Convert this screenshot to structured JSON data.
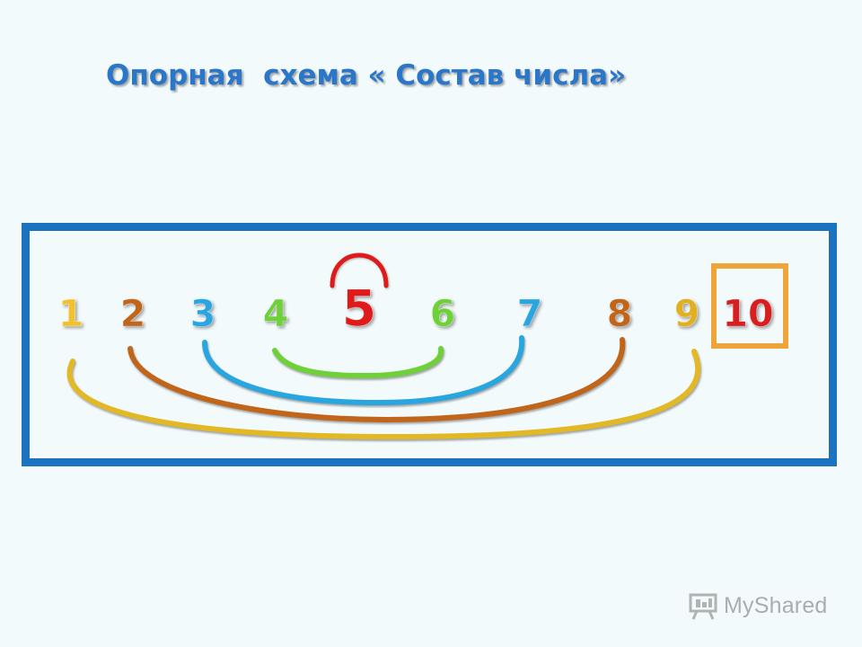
{
  "title": "Опорная  схема « Состав числа»",
  "numbers": [
    {
      "label": "1",
      "color": "#f2c12e"
    },
    {
      "label": "2",
      "color": "#c0651a"
    },
    {
      "label": "3",
      "color": "#29a6e0"
    },
    {
      "label": "4",
      "color": "#6fd13a"
    },
    {
      "label": "5",
      "color": "#e01a1a"
    },
    {
      "label": "6",
      "color": "#6fd13a"
    },
    {
      "label": "7",
      "color": "#29a6e0"
    },
    {
      "label": "8",
      "color": "#c0651a"
    },
    {
      "label": "9",
      "color": "#e0b020"
    },
    {
      "label": "10",
      "color": "#d81e1e"
    }
  ],
  "arcs": [
    {
      "from": "4",
      "to": "6",
      "color": "#6fd13a"
    },
    {
      "from": "3",
      "to": "7",
      "color": "#29a6e0"
    },
    {
      "from": "2",
      "to": "8",
      "color": "#c0651a"
    },
    {
      "from": "1",
      "to": "9",
      "color": "#e3b825"
    }
  ],
  "center_arc_color": "#e01a1a",
  "highlight_box_color": "#eda53a",
  "frame_color": "#1b73c0",
  "watermark": {
    "text": "MyShared",
    "icon": "presentation-board-icon"
  }
}
